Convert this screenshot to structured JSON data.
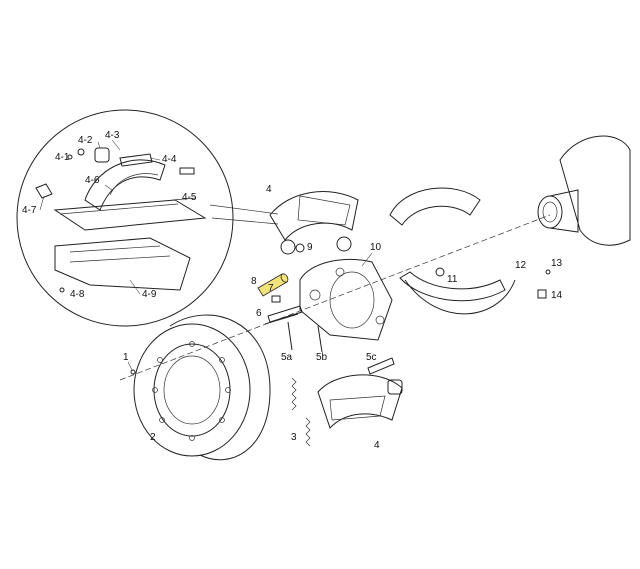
{
  "diagram": {
    "callouts": {
      "c1": "1",
      "c2": "2",
      "c3": "3",
      "c4a": "4",
      "c4b": "4",
      "c5a": "5a",
      "c5b": "5b",
      "c5c": "5c",
      "c6": "6",
      "c7": "7",
      "c8": "8",
      "c9": "9",
      "c10": "10",
      "c11": "11",
      "c12": "12",
      "c13": "13",
      "c14": "14",
      "c4_1": "4-1",
      "c4_2": "4-2",
      "c4_3": "4-3",
      "c4_4": "4-4",
      "c4_5": "4-5",
      "c4_6": "4-6",
      "c4_7": "4-7",
      "c4_8": "4-8",
      "c4_9": "4-9"
    },
    "highlight_color": "#f2e27a",
    "line_color": "#222222"
  }
}
